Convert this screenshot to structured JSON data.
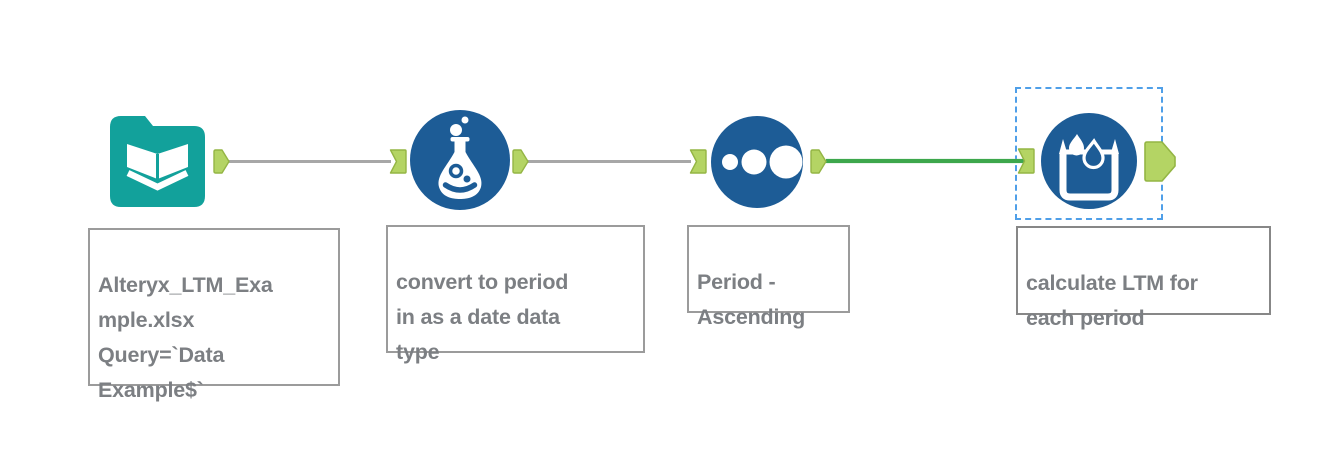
{
  "app": {
    "surface": "workflow-canvas"
  },
  "workflow": {
    "nodes": [
      {
        "icon": "input-data-icon",
        "annotation": "Alteryx_LTM_Exa\nmple.xlsx\nQuery=`Data\nExample$`",
        "selected": false
      },
      {
        "icon": "formula-icon",
        "annotation": "convert to period\nin as a date data\ntype",
        "selected": false
      },
      {
        "icon": "sort-icon",
        "annotation": "Period -\nAscending",
        "selected": false
      },
      {
        "icon": "multi-row-formula-icon",
        "annotation": "calculate LTM for\neach period",
        "selected": true
      }
    ],
    "connections": [
      {
        "from": 0,
        "to": 1,
        "color": "#a7a7a7"
      },
      {
        "from": 1,
        "to": 2,
        "color": "#a7a7a7"
      },
      {
        "from": 2,
        "to": 3,
        "color": "#3da74c"
      }
    ],
    "colors": {
      "input_tool_teal": "#12a19b",
      "tool_blue": "#1d5c96",
      "anchor_green": "#b4d464",
      "anchor_border": "#94b544",
      "wire_gray": "#a7a7a7",
      "wire_green": "#3da74c",
      "selection_blue": "#4f9fe8",
      "annotation_text": "#7c7f83",
      "annotation_border": "#9b9b9b",
      "canvas_background": "#ffffff"
    }
  }
}
